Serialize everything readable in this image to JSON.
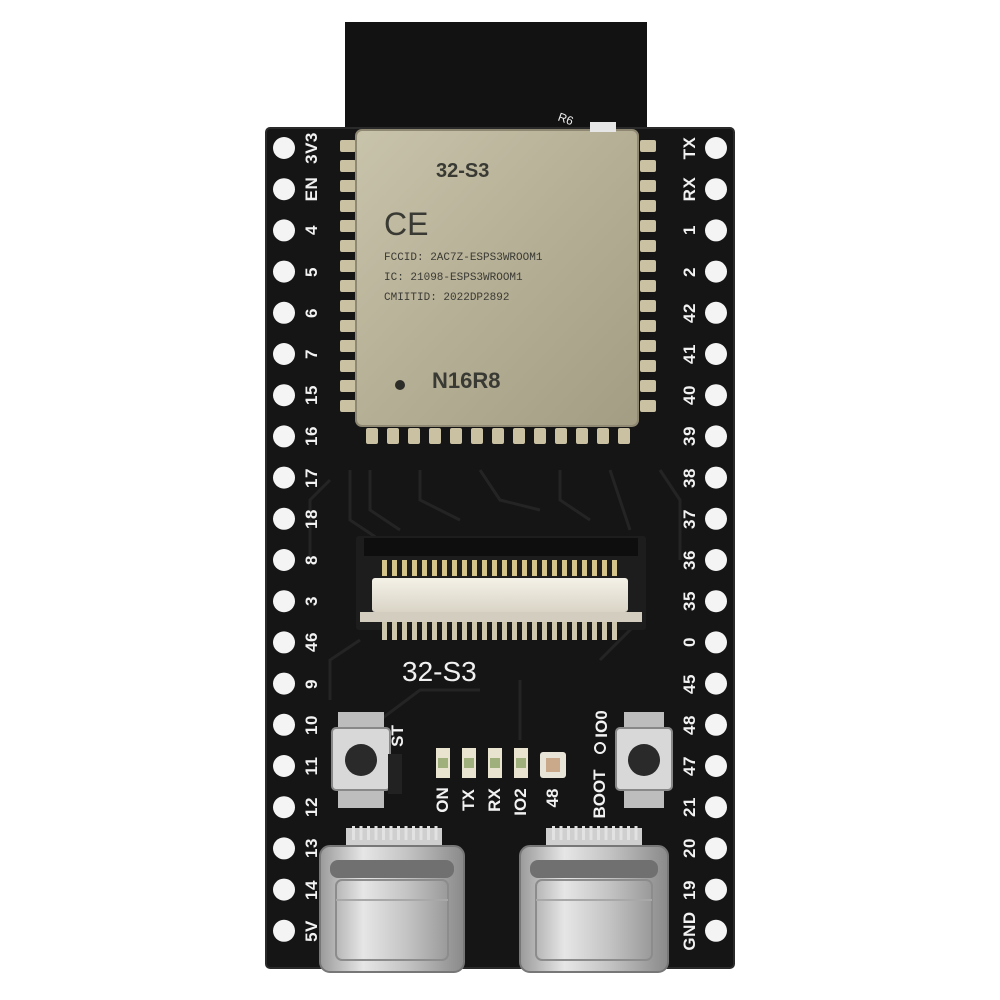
{
  "board": {
    "pcb_color": "#141414",
    "shield_color": "#b9b39a",
    "silk_color": "#f2f2f2",
    "module_mark": "32-S3",
    "model": "N16R8",
    "antenna_label": "R6"
  },
  "chip": {
    "ce_mark": "CE",
    "fccid": "FCCID: 2AC7Z-ESPS3WROOM1",
    "ic": "IC: 21098-ESPS3WROOM1",
    "cmiit": "CMIITID: 2022DP2892"
  },
  "left_pins": [
    "3V3",
    "EN",
    "4",
    "5",
    "6",
    "7",
    "15",
    "16",
    "17",
    "18",
    "8",
    "3",
    "46",
    "9",
    "10",
    "11",
    "12",
    "13",
    "14",
    "5V"
  ],
  "right_pins": [
    "TX",
    "RX",
    "1",
    "2",
    "42",
    "41",
    "40",
    "39",
    "38",
    "37",
    "36",
    "35",
    "0",
    "45",
    "48",
    "47",
    "21",
    "20",
    "19",
    "GND"
  ],
  "leds": [
    "ON",
    "TX",
    "RX",
    "IO2",
    "48"
  ],
  "buttons": {
    "reset": "ST",
    "boot": "BOOT",
    "io0": "IO0"
  },
  "connectors": {
    "fpc_label": "32-S3",
    "usb_left": "USB-C",
    "usb_right": "USB-C"
  }
}
